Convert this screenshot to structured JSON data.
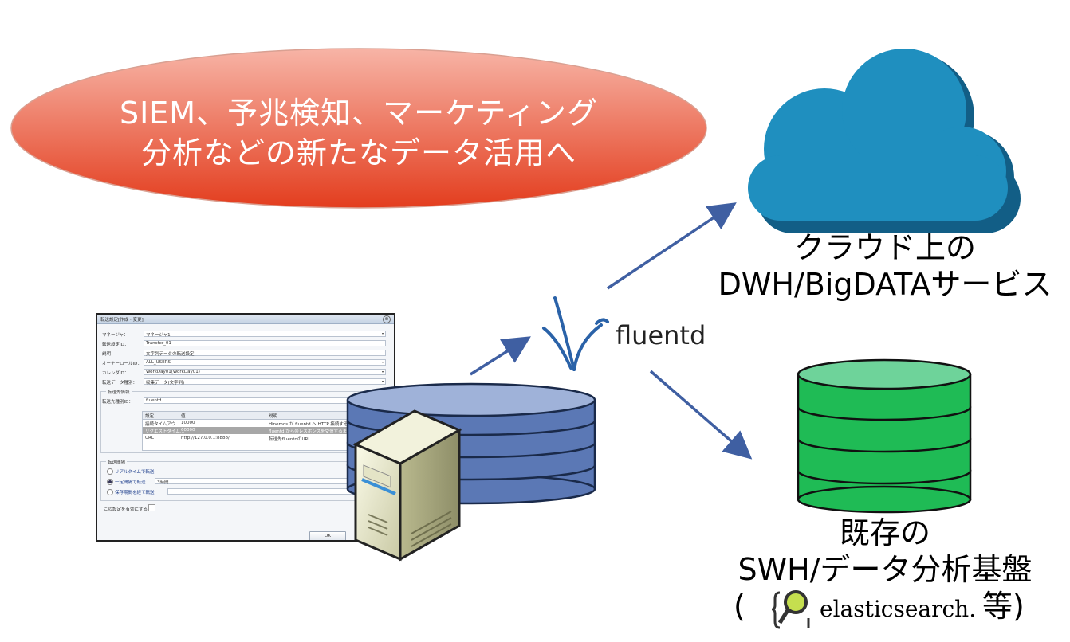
{
  "headline": {
    "line1": "SIEM、予兆検知、マーケティング",
    "line2": "分析などの新たなデータ活用へ",
    "gradient_top": "#f7b4a6",
    "gradient_bottom": "#e33d1e"
  },
  "cloud": {
    "label_line1": "クラウド上の",
    "label_line2": "DWH/BigDATAサービス",
    "color": "#1f8fbf",
    "shadow_color": "#125e86"
  },
  "existing_db": {
    "label_line1": "既存の",
    "label_line2": "SWH/データ分析基盤",
    "label_line3_open": "(",
    "label_line3_brand": "elasticsearch.",
    "label_line3_close": "等)",
    "color": "#1fbb55",
    "top_color": "#6ed39a"
  },
  "fluentd": {
    "label": "fluentd",
    "color": "#2a62a8"
  },
  "server_db": {
    "color": "#5b78b5",
    "top_color": "#9fb2d9"
  },
  "arrow_color": "#3f5fa2",
  "dialog": {
    "title": "転送設定[作成・変更]",
    "close": "⊗",
    "fields": [
      {
        "label": "マネージャ：",
        "value": "マネージャ1",
        "dropdown": true
      },
      {
        "label": "転送設定ID：",
        "value": "Transfer_01",
        "dropdown": false
      },
      {
        "label": "説明：",
        "value": "文字列データの転送設定",
        "dropdown": false
      },
      {
        "label": "オーナーロールID：",
        "value": "ALL_USERS",
        "dropdown": true
      },
      {
        "label": "カレンダID：",
        "value": "WorkDay01(WorkDay01)",
        "dropdown": true
      },
      {
        "label": "転送データ種別：",
        "value": "収集データ(文字列)",
        "dropdown": true
      }
    ],
    "dest_group_title": "転送先情報",
    "dest_type_label": "転送先種別ID：",
    "dest_type_value": "fluentd",
    "table_headers": [
      "設定",
      "値",
      "説明"
    ],
    "table_rows": [
      [
        "接続タイムアウ...",
        "10000",
        "Hinemos が fluentd へ HTTP 接続する時..."
      ],
      [
        "リクエストタイム...",
        "60000",
        "fluentd からのレスポンスを受信するまでの..."
      ],
      [
        "URL",
        "http://127.0.0.1:8888/",
        "転送先fluentdのURL"
      ]
    ],
    "interval_group_title": "転送間隔",
    "radio_realtime": "リアルタイムで転送",
    "radio_interval": "一定間隔で転送",
    "interval_value": "3時間",
    "radio_retention": "保存期間を経て転送",
    "enable_label": "この設定を有効にする",
    "ok_label": "OK"
  }
}
